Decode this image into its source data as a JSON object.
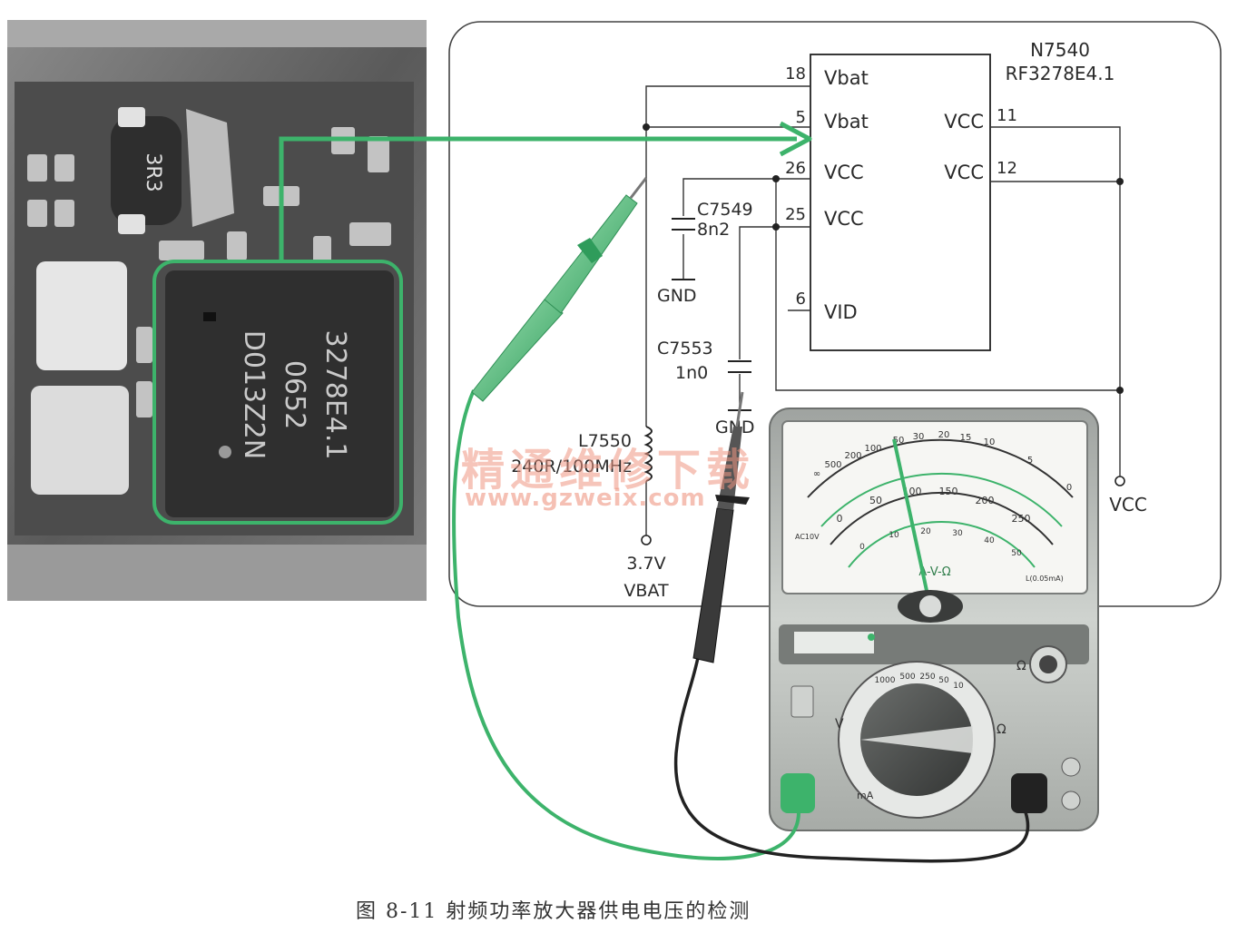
{
  "chip": {
    "name": "N7540",
    "part": "RF3278E4.1",
    "pins_left": [
      {
        "num": "18",
        "label": "Vbat"
      },
      {
        "num": "5",
        "label": "Vbat"
      },
      {
        "num": "26",
        "label": "VCC"
      },
      {
        "num": "25",
        "label": "VCC"
      },
      {
        "num": "6",
        "label": "VID"
      }
    ],
    "pins_right": [
      {
        "num": "11",
        "label": "VCC"
      },
      {
        "num": "12",
        "label": "VCC"
      }
    ]
  },
  "components": {
    "c7549_name": "C7549",
    "c7549_value": "8n2",
    "c7553_name": "C7553",
    "c7553_value": "1n0",
    "l7550_name": "L7550",
    "l7550_value": "240R/100MHz",
    "gnd_label": "GND"
  },
  "supply": {
    "vbat_voltage": "3.7V",
    "vbat_label": "VBAT",
    "vcc_label": "VCC"
  },
  "pcb_photo": {
    "inductor_marking": "3R3",
    "chip_marking": [
      "3278E4.1",
      "0652",
      "D013Z2N"
    ]
  },
  "meter": {
    "scale_top": [
      "∞",
      "500",
      "200",
      "100",
      "50",
      "30",
      "20",
      "15",
      "10",
      "5",
      "0"
    ],
    "scale_mid": [
      "0",
      "50",
      "100",
      "150",
      "200",
      "250"
    ],
    "scale_low": [
      "0",
      "10",
      "20",
      "30",
      "40",
      "50"
    ],
    "face_label": "A-V-Ω",
    "left_label": "AC10V",
    "right_label": "L(0.05mA)",
    "range_top": [
      "1000",
      "500",
      "250",
      "50",
      "10"
    ],
    "ohm_symbol": "Ω",
    "volt_symbol": "V",
    "ma_label": "mA"
  },
  "watermark": {
    "title": "精通维修下载",
    "url": "www.gzweix.com"
  },
  "caption": "图 8-11   射频功率放大器供电电压的检测",
  "colors": {
    "probe_green": "#3db36b",
    "board": "#4a4a4a",
    "meter_body": "#b9bdb9"
  }
}
